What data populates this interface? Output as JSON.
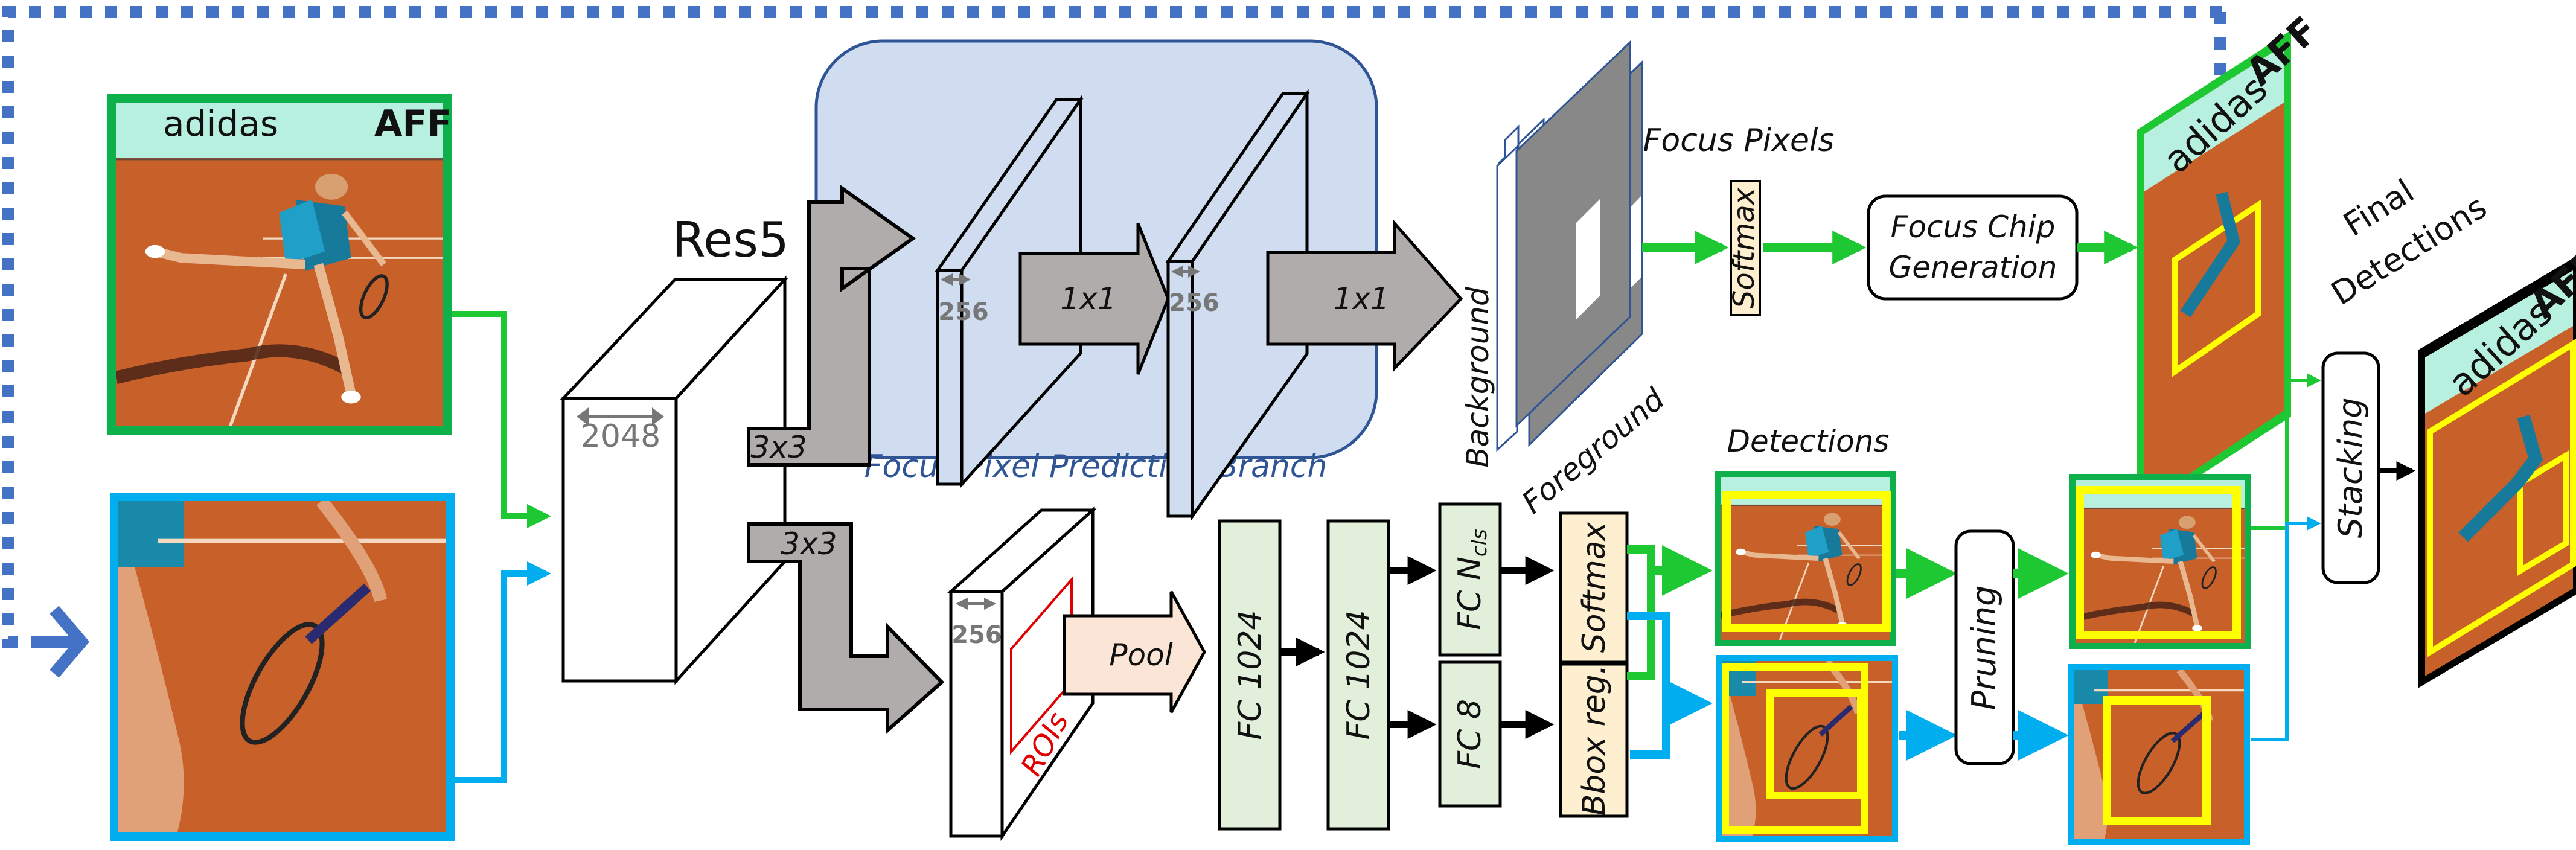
{
  "colors": {
    "green_path": "#1ec832",
    "blue_path": "#00aeef",
    "feedback_dotted": "#4472c4",
    "branch_fill": "#d0ddf0",
    "branch_stroke": "#2f5597",
    "gray_arrow": "#b0acac",
    "fc_fill": "#e2efda",
    "softmax_fill": "#fdefd0",
    "pool_fill": "#fbe5d6",
    "detection_box": "#ffff00",
    "roi_red": "#e00000"
  },
  "inputs": {
    "full_image": {
      "banner_text": "adidas",
      "banner_text2": "AFF"
    },
    "chip_image": {}
  },
  "backbone": {
    "title": "Res5",
    "channels": "2048"
  },
  "focus_branch": {
    "label": "Focus Pixel Prediction Branch",
    "conv_in": "3x3",
    "feat1_channels": "256",
    "conv_mid": "1x1",
    "feat2_channels": "256",
    "conv_out": "1x1"
  },
  "focus_output": {
    "background_label": "Background",
    "foreground_label": "Foreground",
    "focus_pixels_label": "Focus Pixels",
    "softmax_label": "Softmax",
    "chip_gen_line1": "Focus Chip",
    "chip_gen_line2": "Generation"
  },
  "detection_branch": {
    "conv": "3x3",
    "feat_channels": "256",
    "rois_label": "ROIs",
    "pool_label": "Pool",
    "fc1": "FC 1024",
    "fc2": "FC 1024",
    "fc_cls_prefix": "FC N",
    "fc_cls_sub": "cls",
    "fc_bbox": "FC 8",
    "softmax_label": "Softmax",
    "bbox_label": "Bbox reg."
  },
  "post": {
    "detections_label": "Detections",
    "pruning_label": "Pruning",
    "stacking_label": "Stacking",
    "final_label_line1": "Final",
    "final_label_line2": "Detections"
  }
}
